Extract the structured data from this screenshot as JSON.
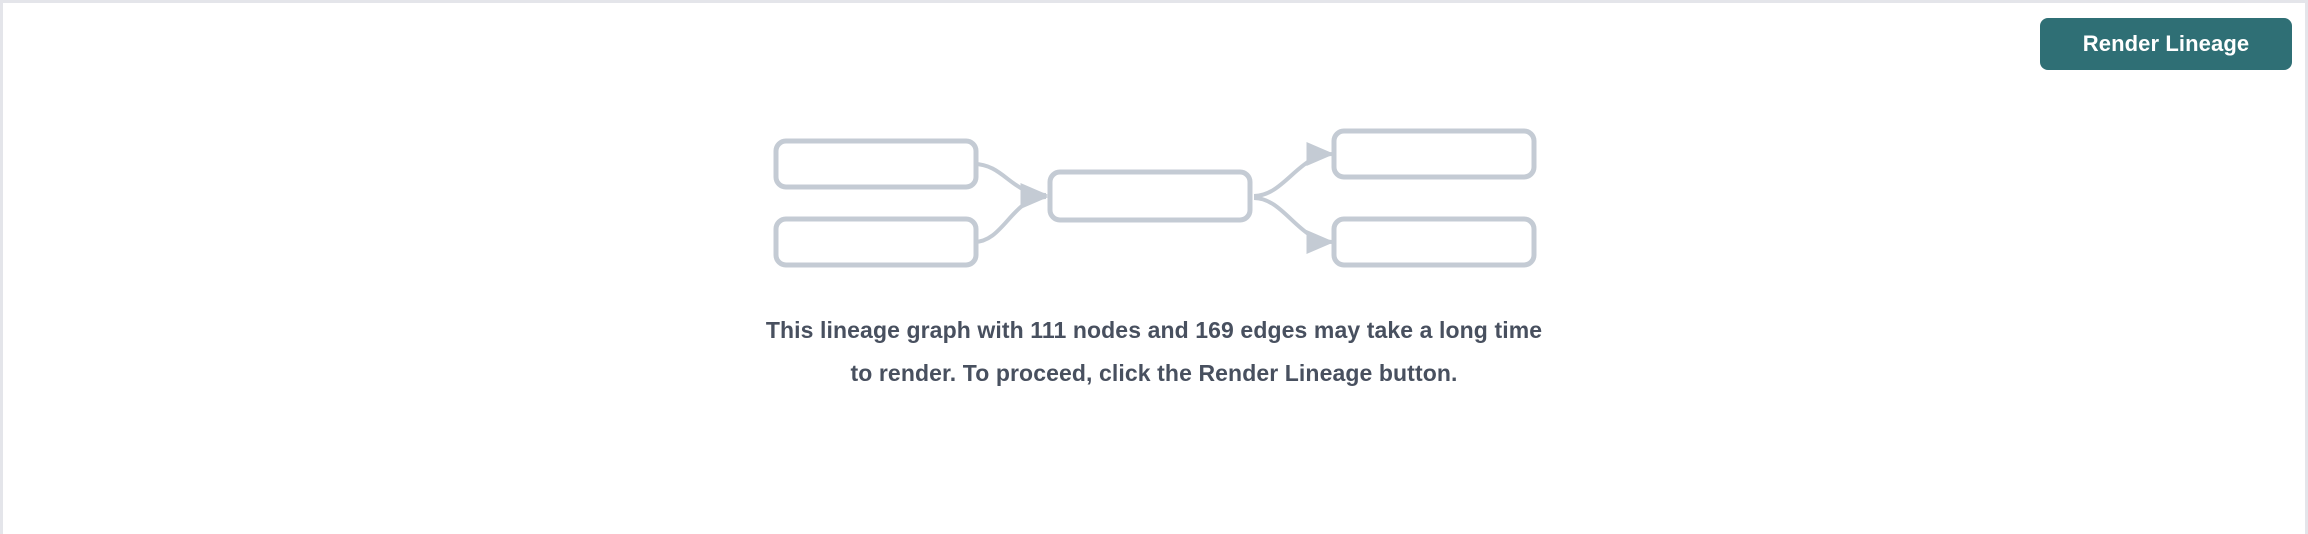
{
  "toolbar": {
    "render_lineage_label": "Render Lineage"
  },
  "empty_state": {
    "warning_message": "This lineage graph with 111 nodes and 169 edges may take a long time to render. To proceed, click the Render Lineage button.",
    "node_count": 111,
    "edge_count": 169,
    "graphic": {
      "icon_name": "lineage-graph-placeholder-icon",
      "node_stroke_color": "#c4cbd4",
      "edge_stroke_color": "#c4cbd4",
      "node_fill_color": "#ffffff",
      "node_count_shown": 5,
      "edge_count_shown": 4
    }
  },
  "theme": {
    "accent_color": "#2f6f75",
    "accent_text_color": "#ffffff",
    "text_color": "#48505f",
    "border_color": "#e4e5ea",
    "background_color": "#ffffff"
  }
}
